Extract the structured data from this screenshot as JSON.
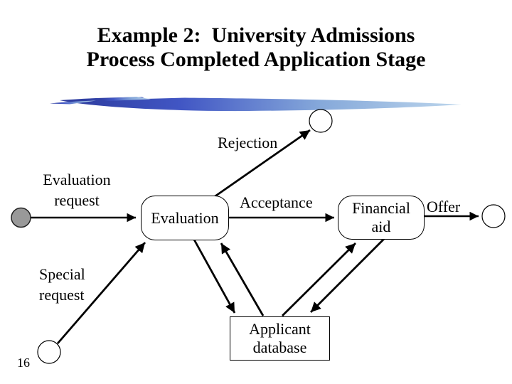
{
  "slide": {
    "title_line1": "Example 2:  University Admissions",
    "title_line2": "Process Completed Application Stage",
    "page_number": "16"
  },
  "diagram": {
    "nodes": {
      "evaluation": "Evaluation",
      "financial_aid": "Financial\naid",
      "applicant_database": "Applicant\ndatabase"
    },
    "labels": {
      "rejection": "Rejection",
      "evaluation_request": "Evaluation\nrequest",
      "acceptance": "Acceptance",
      "offer": "Offer",
      "special_request": "Special\nrequest"
    },
    "symbols": {
      "start_node": "filled-gray-circle",
      "special_request_source": "open-circle",
      "rejection_terminator": "open-circle",
      "offer_terminator": "open-circle"
    },
    "colors": {
      "line_color": "#000000",
      "start_node_fill": "#999999",
      "swoosh_dark": "#2c3a9b",
      "swoosh_mid": "#4156c4",
      "swoosh_light": "#86a9da",
      "swoosh_pale": "#bdd6ec"
    }
  }
}
